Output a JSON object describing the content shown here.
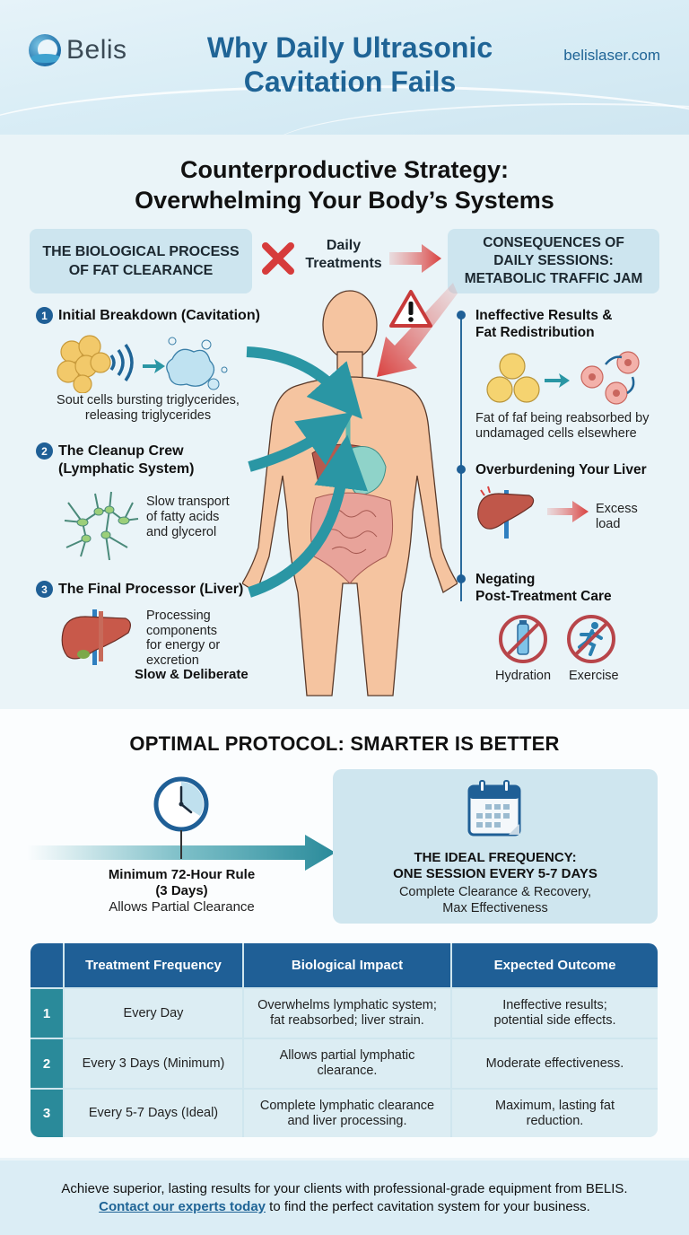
{
  "header": {
    "brand": "Belis",
    "title_line1": "Why Daily Ultrasonic",
    "title_line2": "Cavitation Fails",
    "website": "belislaser.com"
  },
  "strategy": {
    "title_line1": "Counterproductive Strategy:",
    "title_line2": "Overwhelming Your Body’s Systems",
    "left_box_line1": "THE BIOLOGICAL PROCESS",
    "left_box_line2": "OF FAT CLEARANCE",
    "daily_line1": "Daily",
    "daily_line2": "Treatments",
    "right_box_line1": "CONSEQUENCES OF",
    "right_box_line2": "DAILY SESSIONS:",
    "right_box_line3": "METABOLIC TRAFFIC JAM"
  },
  "process_steps": [
    {
      "number": "1",
      "title": "Initial Breakdown (Cavitation)",
      "caption_line1": "Sout cells bursting triglycerides,",
      "caption_line2": "releasing triglycerides"
    },
    {
      "number": "2",
      "title_line1": "The Cleanup Crew",
      "title_line2": "(Lymphatic System)",
      "caption_line1": "Slow transport",
      "caption_line2": "of fatty acids",
      "caption_line3": "and glycerol"
    },
    {
      "number": "3",
      "title": "The Final Processor (Liver)",
      "caption_line1": "Processing",
      "caption_line2": "components",
      "caption_line3": "for energy or",
      "caption_line4": "excretion",
      "emphasis": "Slow & Deliberate"
    }
  ],
  "consequences": [
    {
      "title_line1": "Ineffective Results &",
      "title_line2": "Fat Redistribution",
      "caption_line1": "Fat of faf being reabsorbed by",
      "caption_line2": "undamaged cells elsewhere"
    },
    {
      "title_line1": "Overburdening Your Liver",
      "caption_line1": "Excess",
      "caption_line2": "load"
    },
    {
      "title_line1": "Negating",
      "title_line2": "Post-Treatment Care",
      "icons": [
        {
          "label": "Hydration",
          "icon": "no-water-bottle-icon"
        },
        {
          "label": "Exercise",
          "icon": "no-running-icon"
        }
      ]
    }
  ],
  "protocol": {
    "title": "OPTIMAL PROTOCOL: SMARTER IS BETTER",
    "rule_line1": "Minimum 72-Hour Rule",
    "rule_line2": "(3 Days)",
    "rule_sub": "Allows Partial Clearance",
    "ideal_line1": "THE IDEAL FREQUENCY:",
    "ideal_line2": "ONE SESSION EVERY 5-7 DAYS",
    "ideal_sub_line1": "Complete Clearance & Recovery,",
    "ideal_sub_line2": "Max Effectiveness"
  },
  "table": {
    "headers": [
      "",
      "Treatment Frequency",
      "Biological Impact",
      "Expected Outcome"
    ],
    "rows": [
      {
        "num": "1",
        "frequency": "Every Day",
        "impact_line1": "Overwhelms lymphatic system;",
        "impact_line2": "fat reabsorbed; liver strain.",
        "outcome_line1": "Ineffective results;",
        "outcome_line2": "potential side effects."
      },
      {
        "num": "2",
        "frequency": "Every 3 Days (Minimum)",
        "impact_line1": "Allows partial lymphatic",
        "impact_line2": "clearance.",
        "outcome_line1": "Moderate effectiveness.",
        "outcome_line2": ""
      },
      {
        "num": "3",
        "frequency": "Every 5-7 Days (Ideal)",
        "impact_line1": "Complete lymphatic clearance",
        "impact_line2": "and liver processing.",
        "outcome_line1": "Maximum, lasting fat",
        "outcome_line2": "reduction."
      }
    ]
  },
  "footer": {
    "line1": "Achieve superior, lasting results for your clients with professional-grade equipment from BELIS.",
    "link": "Contact our experts today",
    "line2_rest": " to find the perfect cavitation system for your business."
  },
  "colors": {
    "primary_blue": "#1f6496",
    "header_navy": "#1f5f96",
    "teal": "#2a8a9a",
    "alert_red": "#d9413f",
    "panel_light": "#cde5ef"
  }
}
